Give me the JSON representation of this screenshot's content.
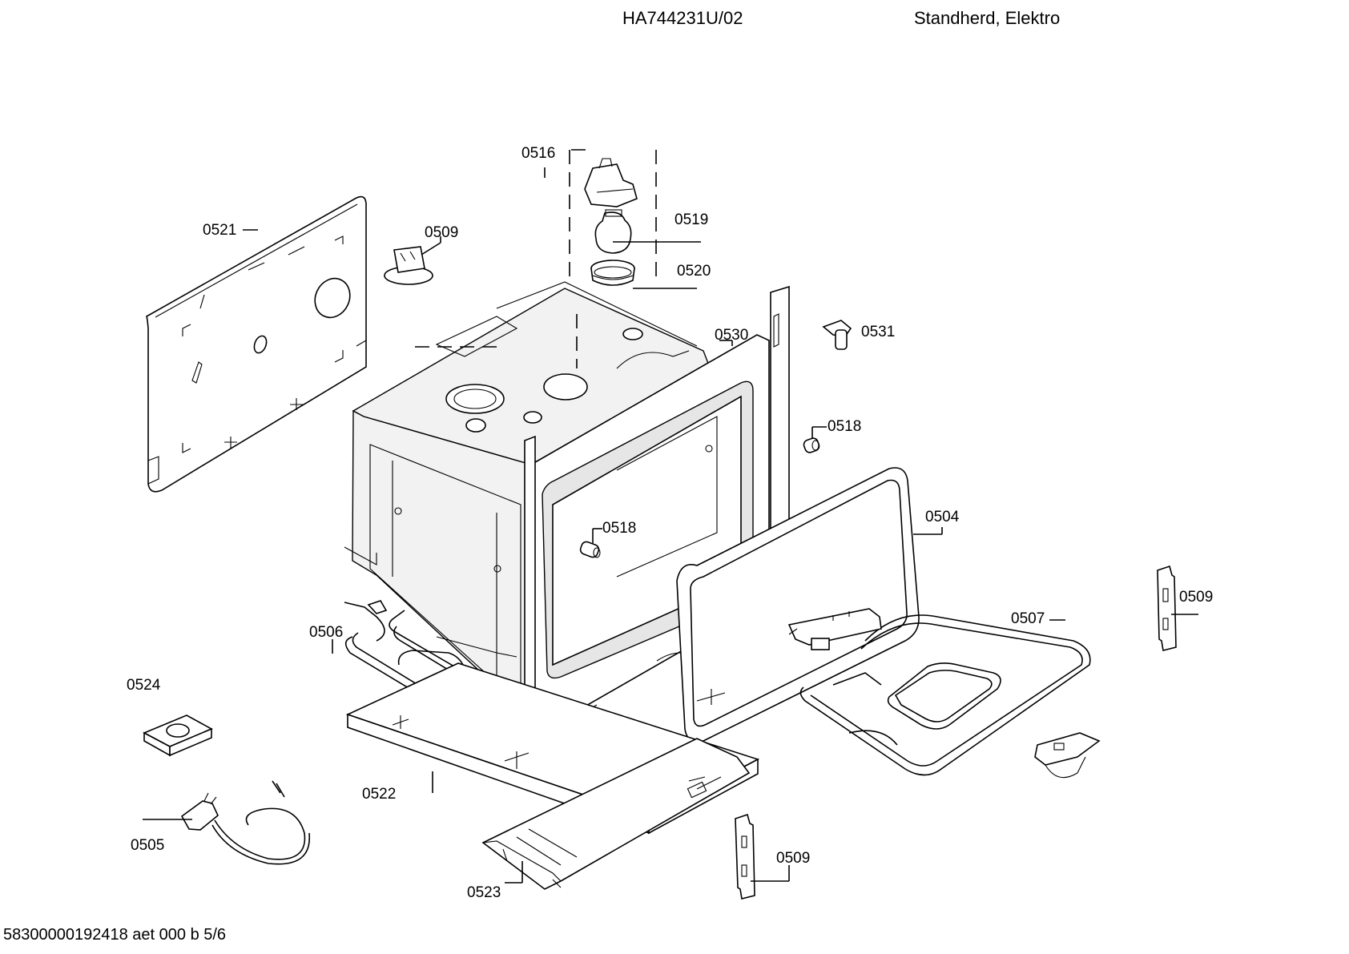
{
  "header": {
    "model": "HA744231U/02",
    "description": "Standherd, Elektro"
  },
  "footer": {
    "doc_ref": "58300000192418 aet 000 b 5/6"
  },
  "parts": {
    "p0516": "0516",
    "p0519": "0519",
    "p0520": "0520",
    "p0521": "0521",
    "p0509_top": "0509",
    "p0530": "0530",
    "p0531": "0531",
    "p0518_right": "0518",
    "p0518_inner": "0518",
    "p0504": "0504",
    "p0509_right": "0509",
    "p0507": "0507",
    "p0506": "0506",
    "p0524": "0524",
    "p0522": "0522",
    "p0505": "0505",
    "p0523": "0523",
    "p0509_bottom": "0509"
  }
}
